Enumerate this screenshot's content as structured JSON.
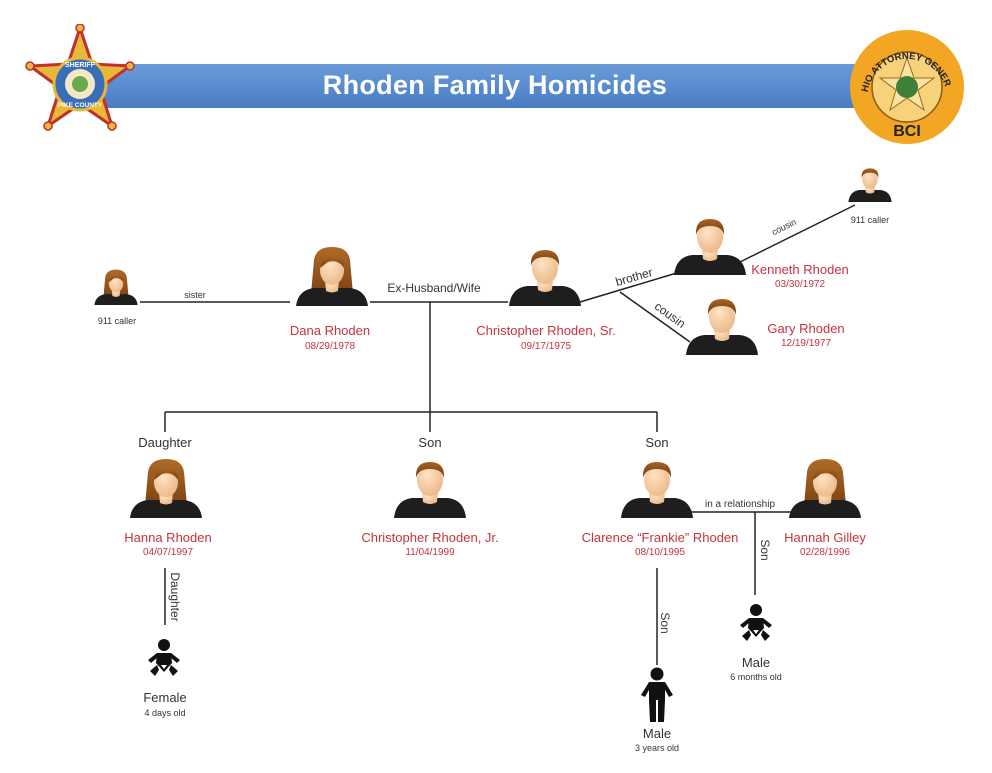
{
  "title": "Rhoden Family Homicides",
  "logos": {
    "sheriff": {
      "top": "SHERIFF",
      "bottom": "PIKE COUNTY"
    },
    "ohio": {
      "arc": "OHIO ATTORNEY GENERAL",
      "bottom": "BCI"
    }
  },
  "people": {
    "caller_sister": {
      "caption": "911 caller"
    },
    "dana": {
      "name": "Dana Rhoden",
      "date": "08/29/1978"
    },
    "chris_sr": {
      "name": "Christopher Rhoden, Sr.",
      "date": "09/17/1975"
    },
    "kenneth": {
      "name": "Kenneth Rhoden",
      "date": "03/30/1972"
    },
    "gary": {
      "name": "Gary Rhoden",
      "date": "12/19/1977"
    },
    "caller_cousin": {
      "caption": "911 caller"
    },
    "hanna": {
      "name": "Hanna Rhoden",
      "date": "04/07/1997"
    },
    "chris_jr": {
      "name": "Christopher Rhoden, Jr.",
      "date": "11/04/1999"
    },
    "clarence": {
      "name": "Clarence “Frankie” Rhoden",
      "date": "08/10/1995"
    },
    "hannah_g": {
      "name": "Hannah Gilley",
      "date": "02/28/1996"
    }
  },
  "relations": {
    "sister": "sister",
    "ex": "Ex-Husband/Wife",
    "brother": "brother",
    "cousin_gary": "cousin",
    "cousin_caller": "cousin",
    "daughter_top": "Daughter",
    "son_mid": "Son",
    "son_right": "Son",
    "relationship": "in a relationship",
    "daughter_vertical": "Daughter",
    "son_vertical_frankie": "Son",
    "son_vertical_gilley": "Son"
  },
  "children": {
    "female_baby": {
      "label": "Female",
      "age": "4 days old"
    },
    "male_baby": {
      "label": "Male",
      "age": "6 months old"
    },
    "male_child": {
      "label": "Male",
      "age": "3 years old"
    }
  },
  "colors": {
    "banner": "#4a7cc4",
    "names": "#c8323c",
    "skin": "#f4c9a0",
    "hair_male": "#8a4a18",
    "hair_female": "#9a5a20",
    "shirt": "#1e1e1e"
  }
}
